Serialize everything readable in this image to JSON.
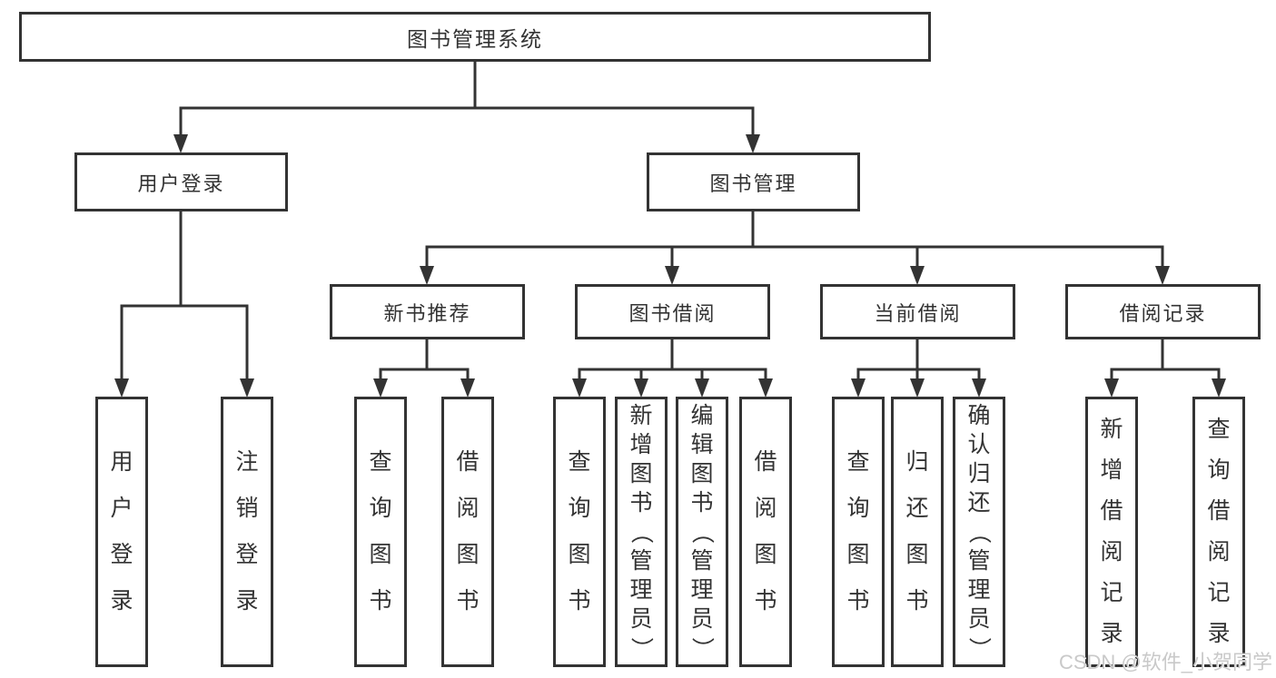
{
  "diagram": {
    "title": "图书管理系统",
    "watermark": "CSDN @软件_小贺同学",
    "colors": {
      "line": "#333333",
      "text": "#333333",
      "box_background": "#ffffff",
      "watermark": "#c9c9c9"
    },
    "nodes": [
      {
        "id": "root",
        "label": "图书管理系统",
        "orientation": "horizontal"
      },
      {
        "id": "user-login",
        "label": "用户登录",
        "orientation": "horizontal"
      },
      {
        "id": "book-management",
        "label": "图书管理",
        "orientation": "horizontal"
      },
      {
        "id": "new-book-recommend",
        "label": "新书推荐",
        "orientation": "horizontal"
      },
      {
        "id": "book-borrow",
        "label": "图书借阅",
        "orientation": "horizontal"
      },
      {
        "id": "current-borrow",
        "label": "当前借阅",
        "orientation": "horizontal"
      },
      {
        "id": "borrow-records",
        "label": "借阅记录",
        "orientation": "horizontal"
      },
      {
        "id": "leaf-user-login",
        "label": "用户登录",
        "orientation": "vertical"
      },
      {
        "id": "leaf-logout",
        "label": "注销登录",
        "orientation": "vertical"
      },
      {
        "id": "leaf-nbr-query-books",
        "label": "查询图书",
        "orientation": "vertical"
      },
      {
        "id": "leaf-nbr-borrow-books",
        "label": "借阅图书",
        "orientation": "vertical"
      },
      {
        "id": "leaf-bb-query-books",
        "label": "查询图书",
        "orientation": "vertical"
      },
      {
        "id": "leaf-bb-add-books",
        "label": "新增图书（管理员）",
        "orientation": "vertical"
      },
      {
        "id": "leaf-bb-edit-books",
        "label": "编辑图书（管理员）",
        "orientation": "vertical"
      },
      {
        "id": "leaf-bb-borrow-books",
        "label": "借阅图书",
        "orientation": "vertical"
      },
      {
        "id": "leaf-cb-query-books",
        "label": "查询图书",
        "orientation": "vertical"
      },
      {
        "id": "leaf-cb-return-books",
        "label": "归还图书",
        "orientation": "vertical"
      },
      {
        "id": "leaf-cb-confirm",
        "label": "确认归还（管理员）",
        "orientation": "vertical"
      },
      {
        "id": "leaf-br-add-record",
        "label": "新增借阅记录",
        "orientation": "vertical"
      },
      {
        "id": "leaf-br-query-record",
        "label": "查询借阅记录",
        "orientation": "vertical"
      }
    ],
    "hierarchy": [
      {
        "parent": "root",
        "children": [
          "user-login",
          "book-management"
        ]
      },
      {
        "parent": "user-login",
        "children": [
          "leaf-user-login",
          "leaf-logout"
        ]
      },
      {
        "parent": "book-management",
        "children": [
          "new-book-recommend",
          "book-borrow",
          "current-borrow",
          "borrow-records"
        ]
      },
      {
        "parent": "new-book-recommend",
        "children": [
          "leaf-nbr-query-books",
          "leaf-nbr-borrow-books"
        ]
      },
      {
        "parent": "book-borrow",
        "children": [
          "leaf-bb-query-books",
          "leaf-bb-add-books",
          "leaf-bb-edit-books",
          "leaf-bb-borrow-books"
        ]
      },
      {
        "parent": "current-borrow",
        "children": [
          "leaf-cb-query-books",
          "leaf-cb-return-books",
          "leaf-cb-confirm"
        ]
      },
      {
        "parent": "borrow-records",
        "children": [
          "leaf-br-add-record",
          "leaf-br-query-record"
        ]
      }
    ]
  }
}
